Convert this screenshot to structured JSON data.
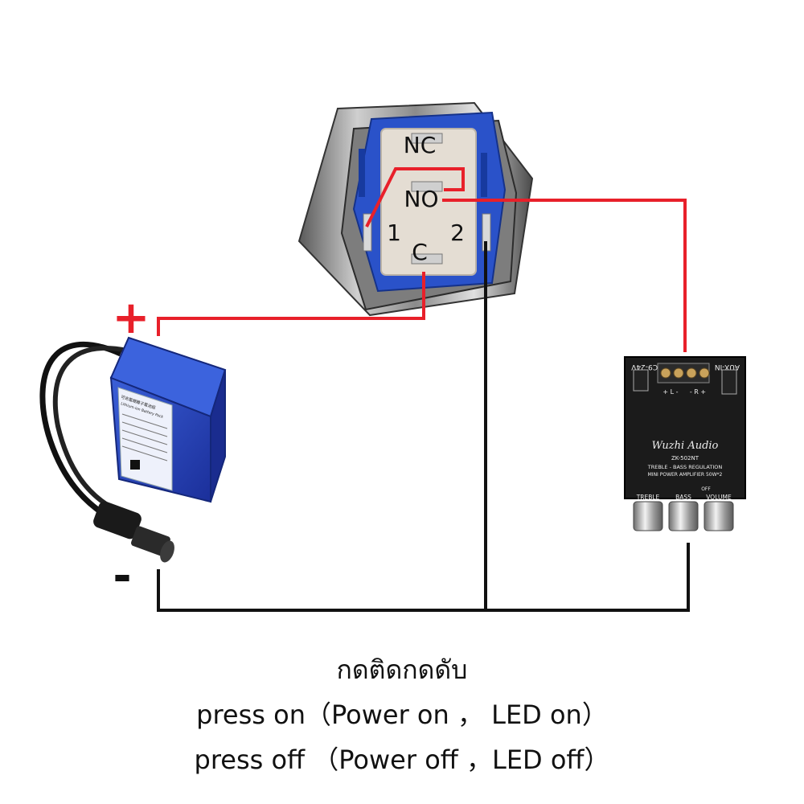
{
  "switch": {
    "label_nc": "NC",
    "label_no": "NO",
    "label_c": "C",
    "label_1": "1",
    "label_2": "2"
  },
  "battery": {
    "plus_label": "+",
    "minus_label": "-",
    "sticker_title": "可充電鋰離子電池組",
    "sticker_sub": "Lithium-ion Battery Pack"
  },
  "amplifier": {
    "dc_label": "DC9-24V",
    "aux_label": "AUX-IN",
    "terminal_left": "+ L -",
    "terminal_right": "- R +",
    "brand": "Wuzhi Audio",
    "model": "ZK-502NT",
    "desc1": "TREBLE - BASS REGULATION",
    "desc2": "MINI POWER AMPLIFIER 50W*2",
    "knob_treble": "TREBLE",
    "knob_bass": "BASS",
    "knob_volume": "VOLUME",
    "off_label": "OFF"
  },
  "wire_colors": {
    "positive": "#e8202a",
    "ground": "#111111"
  },
  "caption": {
    "line1": "กดติดกดดับ",
    "line2": "press on（Power on ， LED on）",
    "line3": "press off （Power off ，LED off）"
  }
}
